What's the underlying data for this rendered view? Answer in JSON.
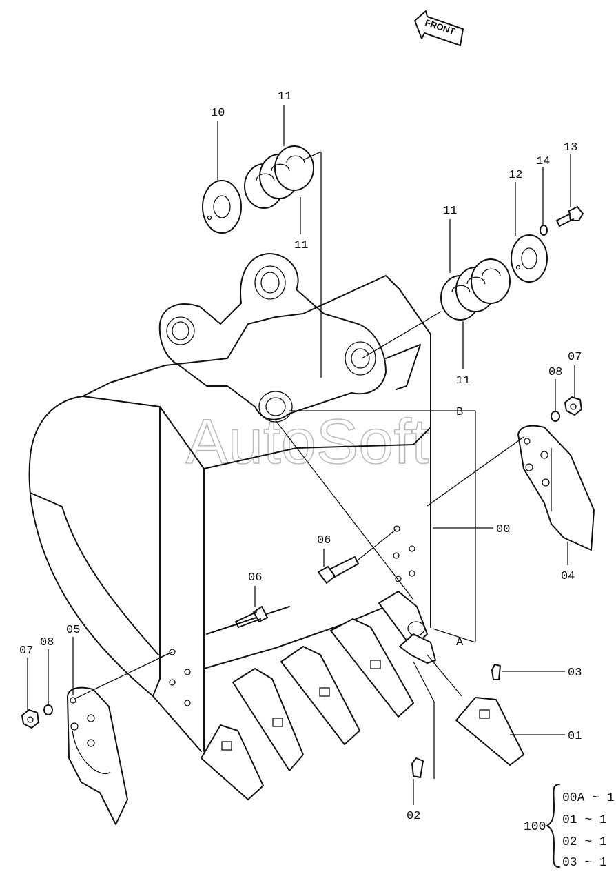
{
  "watermark": "AutoSoft",
  "direction_arrow": {
    "label": "FRONT"
  },
  "part_labels": {
    "p00": "00",
    "p01": "01",
    "p02": "02",
    "p03": "03",
    "p04": "04",
    "p05": "05",
    "p06a": "06",
    "p06b": "06",
    "p07a": "07",
    "p07b": "07",
    "p08a": "08",
    "p08b": "08",
    "p10": "10",
    "p11a": "11",
    "p11b": "11",
    "p11c": "11",
    "p11d": "11",
    "p12": "12",
    "p13": "13",
    "p14": "14",
    "pA": "A",
    "pB": "B"
  },
  "kit": {
    "number": "100",
    "rows": [
      "00A ~ 1",
      "01  ~ 1",
      "02  ~ 1",
      "03  ~ 1"
    ]
  }
}
